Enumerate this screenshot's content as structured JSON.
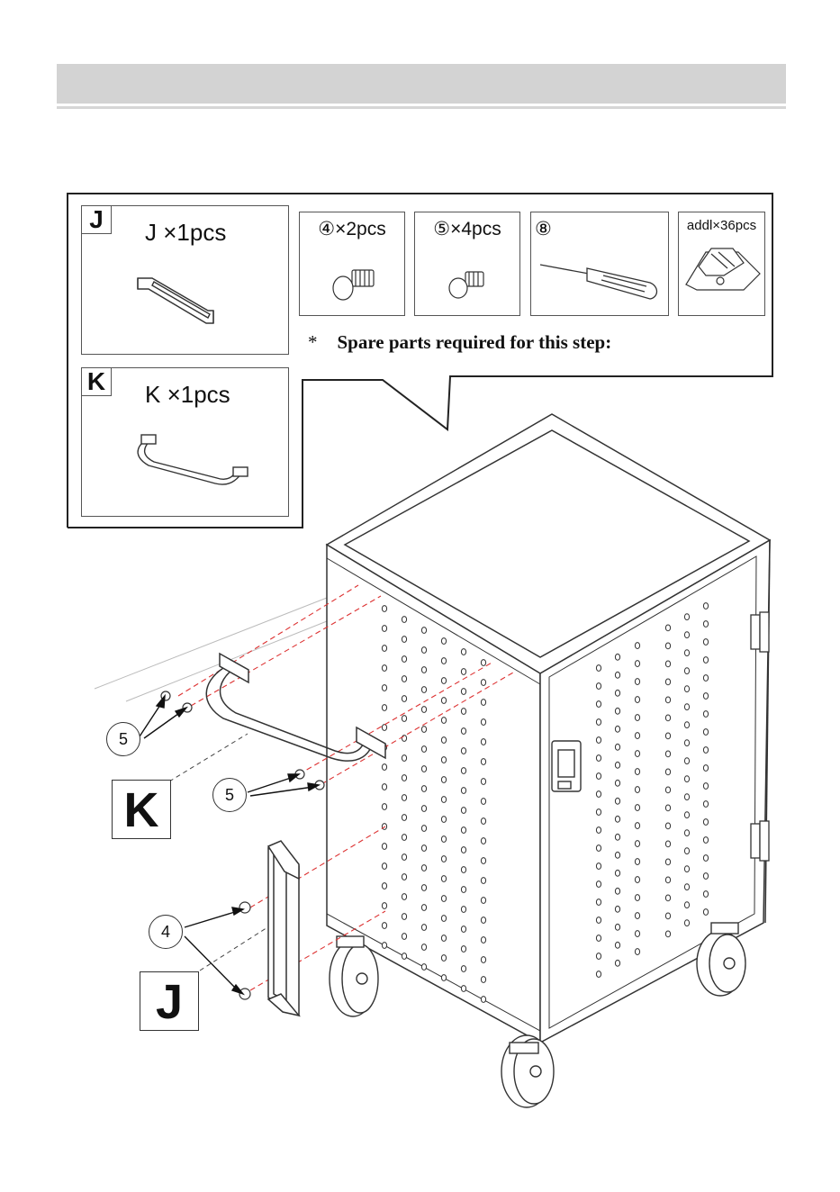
{
  "parts": {
    "j": {
      "tag": "J",
      "label": "J ×1pcs"
    },
    "k": {
      "tag": "K",
      "label": "K ×1pcs"
    }
  },
  "spares": {
    "screw4": "④×2pcs",
    "screw5": "⑤×4pcs",
    "screwdriver": "⑧",
    "clip": "addl×36pcs"
  },
  "note": {
    "star": "*",
    "text": "Spare parts required for this step:"
  },
  "callouts": {
    "five_upper": "5",
    "five_lower": "5",
    "four": "4",
    "letter_k": "K",
    "letter_j": "J"
  }
}
